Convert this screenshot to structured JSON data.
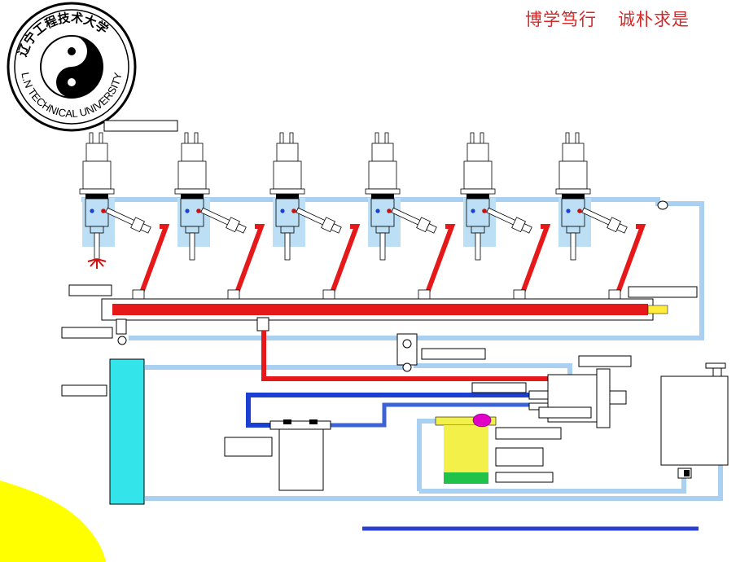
{
  "header": {
    "motto_left": "博学笃行",
    "motto_right": "诚朴求是"
  },
  "logo": {
    "text_arc_cn": "辽宁工程技术大学",
    "text_arc_en": "L.N TECHNICAL UNIVERSITY"
  },
  "colors": {
    "high_pressure": "#e51919",
    "return_line": "#a9d0f0",
    "supply_line": "#1a3fd1",
    "tank": "#33e5ea",
    "pump_body": "#f4f04a",
    "filter_green": "#21c24a",
    "magenta": "#e000c8",
    "injector_housing": "#bcdff5",
    "label_box_border": "#000000",
    "motto": "#d62828"
  },
  "diagram": {
    "injector_count": 6,
    "label_boxes": [
      "",
      "",
      "",
      "",
      "",
      "",
      "",
      "",
      "",
      "",
      "",
      "",
      "",
      "",
      ""
    ]
  }
}
